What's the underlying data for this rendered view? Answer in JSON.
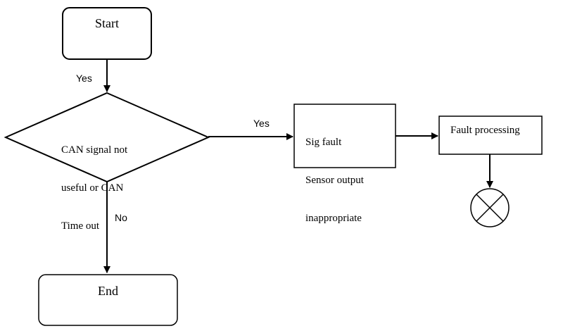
{
  "nodes": {
    "start": {
      "label": "Start"
    },
    "decision": {
      "label_lines": [
        "CAN signal not",
        "useful or CAN",
        "Time out"
      ]
    },
    "sig_fault": {
      "label_lines": [
        "Sig fault",
        "Sensor output",
        "inappropriate"
      ]
    },
    "fault_processing": {
      "label": "Fault processing"
    },
    "end": {
      "label": "End"
    },
    "terminator_symbol": {
      "icon": "circle-x-icon"
    }
  },
  "edges": {
    "start_to_decision": {
      "label": "Yes"
    },
    "decision_to_sig_fault": {
      "label": "Yes"
    },
    "decision_to_end": {
      "label": "No"
    }
  },
  "colors": {
    "stroke": "#000000",
    "background": "#ffffff"
  }
}
